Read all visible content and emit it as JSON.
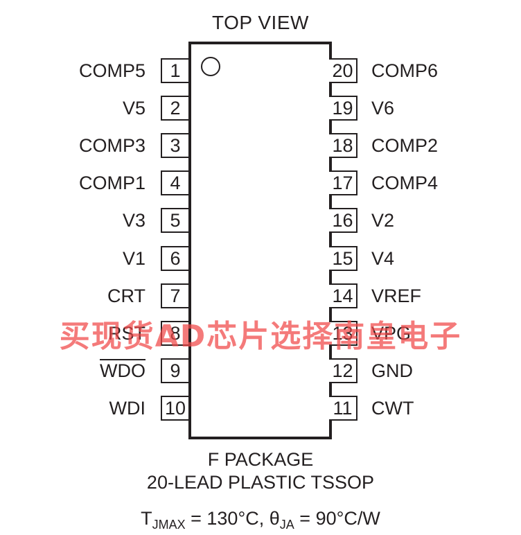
{
  "title": "TOP VIEW",
  "left_pins": [
    {
      "number": "1",
      "label": "COMP5"
    },
    {
      "number": "2",
      "label": "V5"
    },
    {
      "number": "3",
      "label": "COMP3"
    },
    {
      "number": "4",
      "label": "COMP1"
    },
    {
      "number": "5",
      "label": "V3"
    },
    {
      "number": "6",
      "label": "V1"
    },
    {
      "number": "7",
      "label": "CRT"
    },
    {
      "number": "8",
      "label": "RST"
    },
    {
      "number": "9",
      "label": "WDO"
    },
    {
      "number": "10",
      "label": "WDI"
    }
  ],
  "right_pins": [
    {
      "number": "20",
      "label": "COMP6"
    },
    {
      "number": "19",
      "label": "V6"
    },
    {
      "number": "18",
      "label": "COMP2"
    },
    {
      "number": "17",
      "label": "COMP4"
    },
    {
      "number": "16",
      "label": "V2"
    },
    {
      "number": "15",
      "label": "V4"
    },
    {
      "number": "14",
      "label": "VREF"
    },
    {
      "number": "13",
      "label": "VPG"
    },
    {
      "number": "12",
      "label": "GND"
    },
    {
      "number": "11",
      "label": "CWT"
    }
  ],
  "package": {
    "line1": "F PACKAGE",
    "line2": "20-LEAD PLASTIC TSSOP",
    "thermal": {
      "tj_symbol": "T",
      "tj_sub": "JMAX",
      "tj_value": " = 130°C, ",
      "theta_symbol": "θ",
      "theta_sub": "JA",
      "theta_value": " = 90°C/W"
    }
  },
  "watermark": "买现货AD芯片选择南皇电子",
  "overbar_pins": [
    "WDO"
  ]
}
